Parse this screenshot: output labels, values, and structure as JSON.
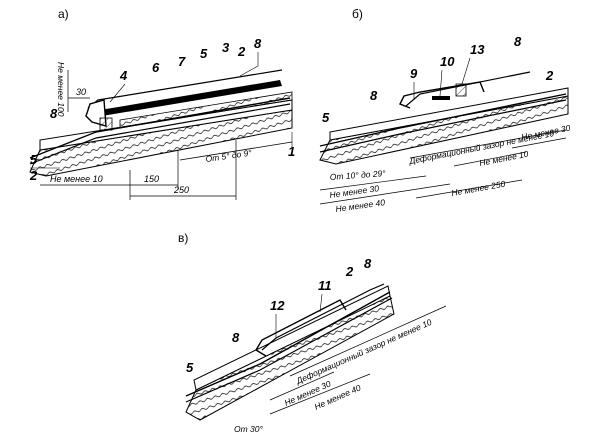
{
  "panels": {
    "a": {
      "label": "а)",
      "numbers": [
        "8",
        "3",
        "2",
        "5",
        "7",
        "6",
        "4",
        "8",
        "5",
        "2",
        "1"
      ],
      "dims": {
        "d30": "30",
        "not_less_100": "Не менее 100",
        "d150": "150",
        "d250": "250",
        "not_less_10": "Не менее 10",
        "slope": "От 5° до 9°"
      }
    },
    "b": {
      "label": "б)",
      "numbers": [
        "8",
        "13",
        "10",
        "9",
        "2",
        "8",
        "5"
      ],
      "dims": {
        "gap": "Деформационный зазор не менее 10",
        "not_less_30_right": "Не менее 30",
        "not_less_10": "Не менее 10",
        "slope": "От 10° до 29°",
        "not_less_30": "Не менее 30",
        "not_less_40": "Не менее 40",
        "not_less_250": "Не менее 250"
      }
    },
    "c": {
      "label": "в)",
      "numbers": [
        "8",
        "2",
        "11",
        "12",
        "8",
        "5"
      ],
      "dims": {
        "gap": "Деформационный зазор не менее 10",
        "not_less_30": "Не менее 30",
        "not_less_40": "Не менее 40",
        "slope": "От 30°"
      }
    }
  }
}
